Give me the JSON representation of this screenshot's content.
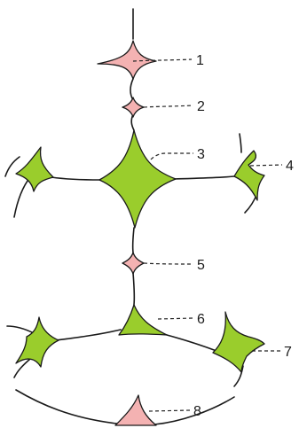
{
  "colors": {
    "pink": "#f4b2b2",
    "green": "#9acd2c"
  },
  "labels": [
    "1",
    "2",
    "3",
    "4",
    "5",
    "6",
    "7",
    "8"
  ]
}
